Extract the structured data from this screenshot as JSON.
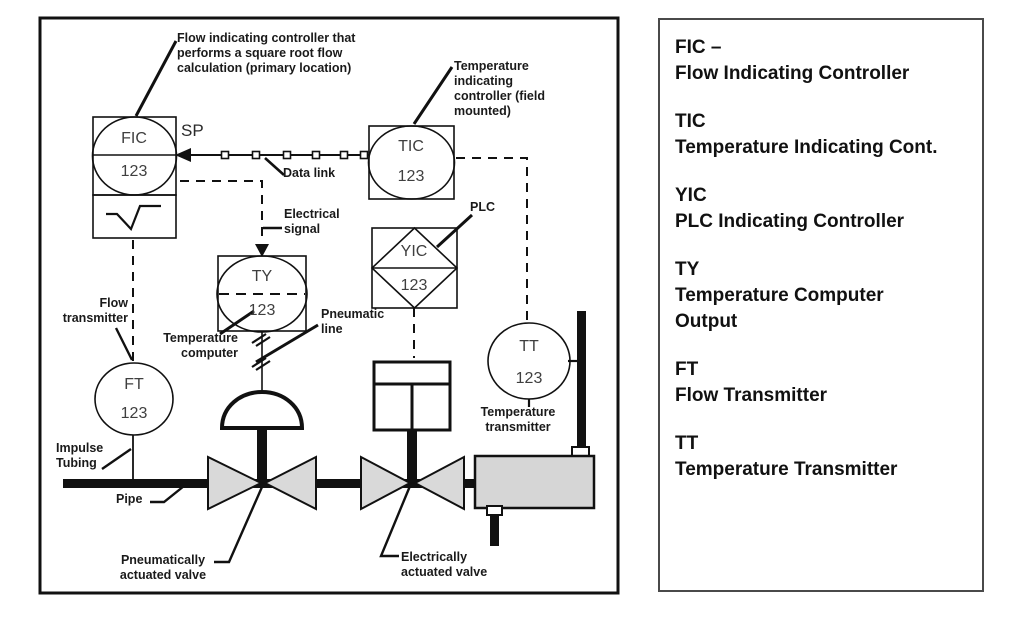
{
  "colors": {
    "line": "#111111",
    "valve_fill": "#d9d9d9",
    "vessel_fill": "#d6d6d6",
    "tag_text": "#3f3f3f"
  },
  "diagram": {
    "instruments": {
      "fic": {
        "tag": "FIC",
        "number": "123"
      },
      "tic": {
        "tag": "TIC",
        "number": "123"
      },
      "ty": {
        "tag": "TY",
        "number": "123"
      },
      "yic": {
        "tag": "YIC",
        "number": "123"
      },
      "ft": {
        "tag": "FT",
        "number": "123"
      },
      "tt": {
        "tag": "TT",
        "number": "123"
      }
    },
    "labels": {
      "sp": "SP",
      "data_link": "Data link",
      "plc": "PLC",
      "electrical_signal": [
        "Electrical",
        "signal"
      ],
      "flow_controller_note": [
        "Flow indicating controller that",
        "performs a square root flow",
        "calculation (primary location)"
      ],
      "temp_controller_note": [
        "Temperature",
        "indicating",
        "controller (field",
        "mounted)"
      ],
      "temperature_computer": [
        "Temperature",
        "computer"
      ],
      "pneumatic_line": [
        "Pneumatic",
        "line"
      ],
      "flow_transmitter": [
        "Flow",
        "transmitter"
      ],
      "impulse_tubing": [
        "Impulse",
        "Tubing"
      ],
      "pipe": "Pipe",
      "pneumatic_valve": [
        "Pneumatically",
        "actuated valve"
      ],
      "electric_valve": [
        "Electrically",
        "actuated valve"
      ],
      "temperature_transmitter": [
        "Temperature",
        "transmitter"
      ]
    }
  },
  "legend": {
    "items": [
      {
        "abbr": "FIC –",
        "desc": [
          "Flow Indicating Controller"
        ]
      },
      {
        "abbr": "TIC",
        "desc": [
          "Temperature Indicating Cont."
        ]
      },
      {
        "abbr": "YIC",
        "desc": [
          "PLC Indicating Controller"
        ]
      },
      {
        "abbr": "TY",
        "desc": [
          "Temperature Computer",
          "Output"
        ]
      },
      {
        "abbr": "FT",
        "desc": [
          "Flow Transmitter"
        ]
      },
      {
        "abbr": "TT",
        "desc": [
          "Temperature Transmitter"
        ]
      }
    ]
  }
}
